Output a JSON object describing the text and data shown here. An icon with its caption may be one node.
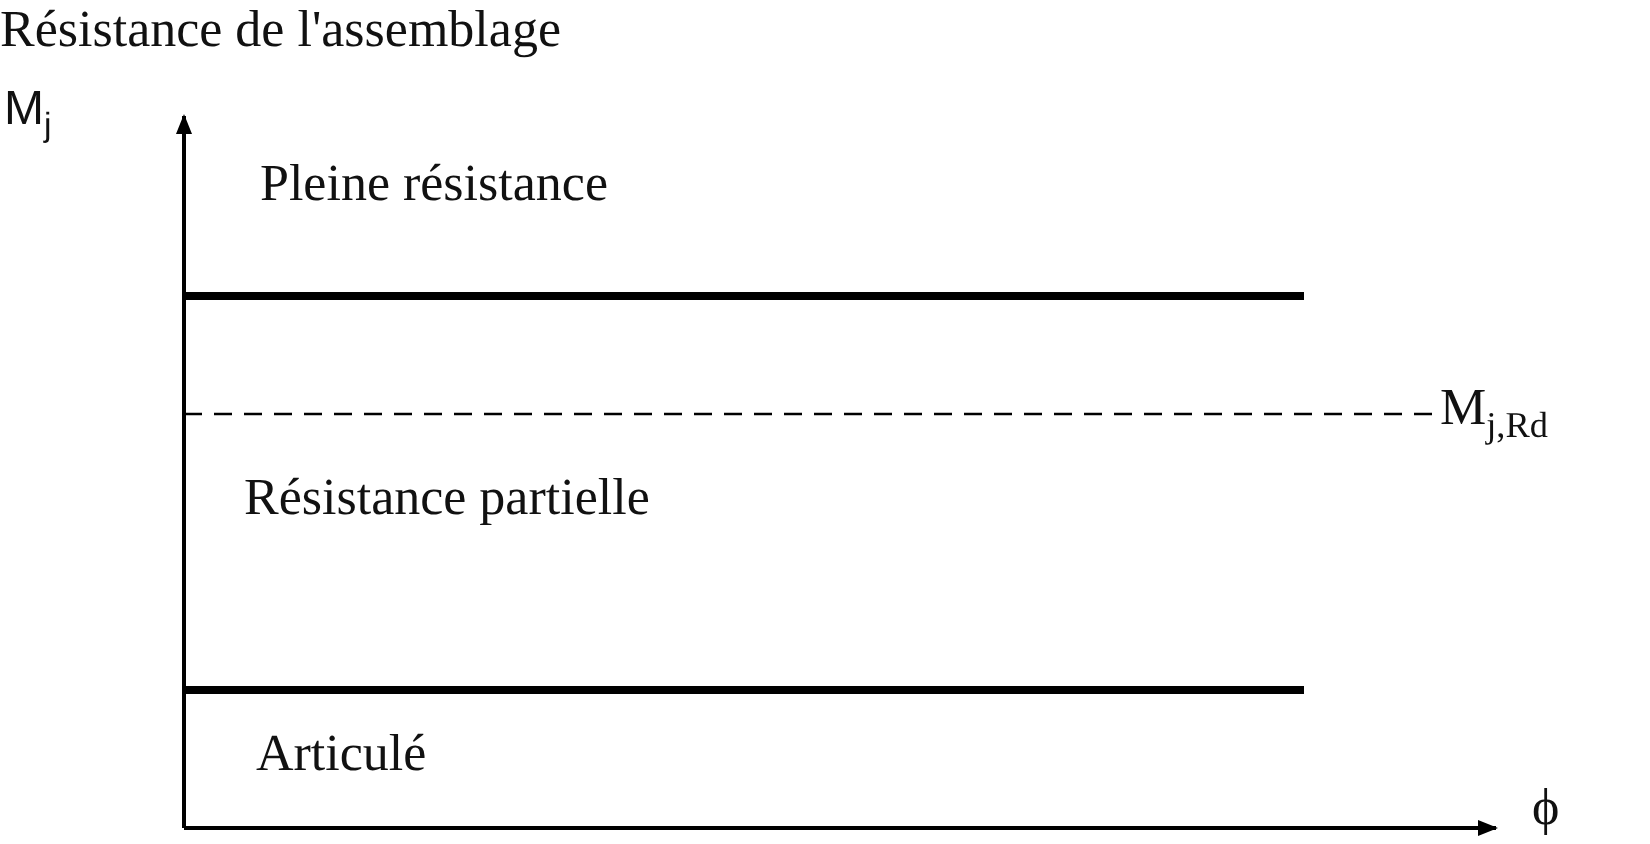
{
  "diagram": {
    "labels": [
      "Résistance de l'assemblage",
      "M$_{j}$",
      "Pleine résistance",
      "M$_{j,Rd}$",
      "Résistance partielle",
      "Articulé",
      "ϕ"
    ]
  }
}
